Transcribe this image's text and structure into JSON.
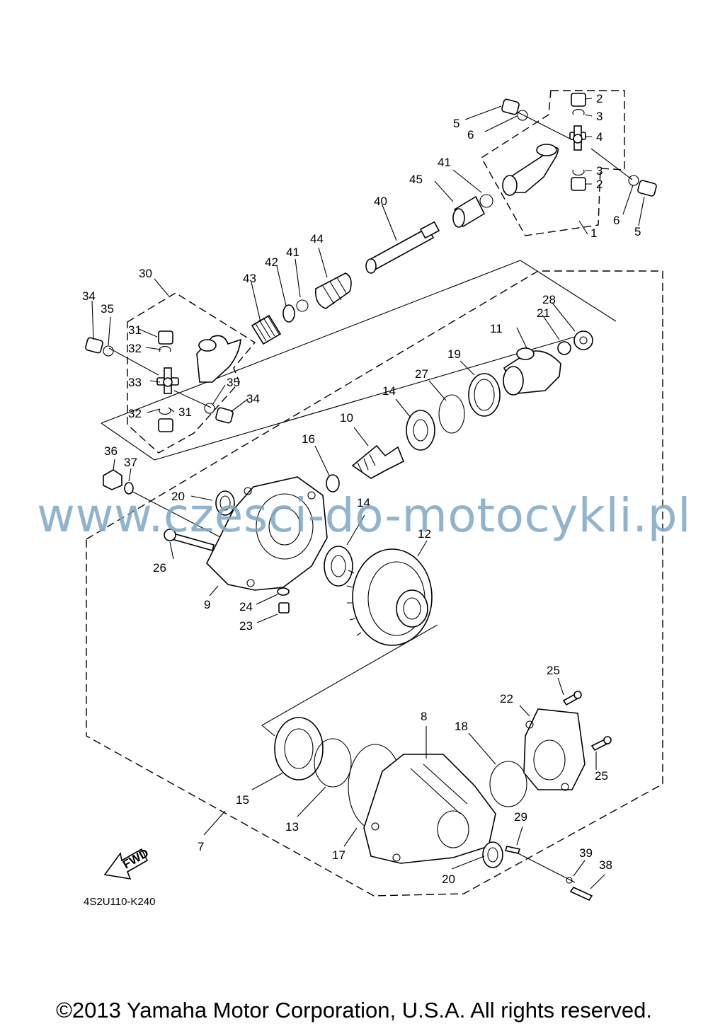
{
  "diagram": {
    "drawing_code": "4S2U110-K240",
    "fwd_label": "FWD",
    "callouts": [
      "1",
      "2",
      "2",
      "3",
      "3",
      "4",
      "5",
      "5",
      "6",
      "6",
      "7",
      "8",
      "9",
      "10",
      "11",
      "12",
      "13",
      "14",
      "14",
      "15",
      "16",
      "17",
      "18",
      "19",
      "20",
      "20",
      "21",
      "22",
      "23",
      "24",
      "25",
      "25",
      "26",
      "27",
      "28",
      "29",
      "30",
      "31",
      "31",
      "32",
      "32",
      "33",
      "34",
      "34",
      "35",
      "35",
      "36",
      "37",
      "38",
      "39",
      "40",
      "41",
      "41",
      "42",
      "43",
      "44",
      "45"
    ]
  },
  "watermark": "www.czesci-do-motocykli.pl",
  "copyright": "©2013 Yamaha Motor Corporation, U.S.A. All rights reserved."
}
